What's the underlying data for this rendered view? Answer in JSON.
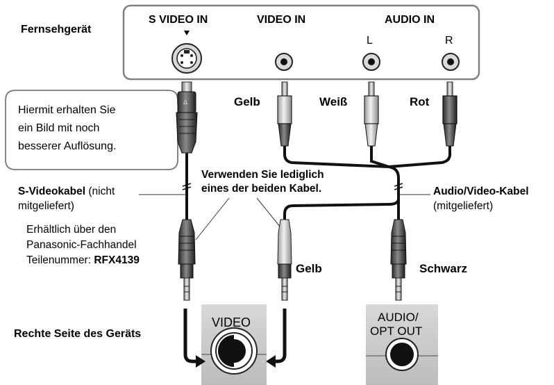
{
  "tv": {
    "label": "Fernsehgerät",
    "jack_s_video": "S VIDEO IN",
    "jack_video": "VIDEO IN",
    "jack_audio": "AUDIO IN",
    "audio_left": "L",
    "audio_right": "R"
  },
  "callout": {
    "line1": "Hiermit erhalten Sie",
    "line2": "ein Bild mit noch",
    "line3": "besserer Auflösung."
  },
  "plugs": {
    "yellow_top": "Gelb",
    "white_top": "Weiß",
    "red_top": "Rot",
    "yellow_bottom": "Gelb",
    "black_bottom": "Schwarz"
  },
  "note": {
    "line1": "Verwenden Sie lediglich",
    "line2": "eines der beiden Kabel."
  },
  "svideo_cable": {
    "name": "S-Videokabel",
    "name_suffix": " (nicht",
    "line2": "mitgeliefert)",
    "dealer_line1": "Erhältlich über den",
    "dealer_line2": "Panasonic-Fachhandel",
    "part_prefix": "Teilenummer: ",
    "part_number": "RFX4139"
  },
  "av_cable": {
    "name": "Audio/Video-Kabel",
    "line2": "(mitgeliefert)"
  },
  "device": {
    "label": "Rechte Seite des Geräts",
    "video_port": "VIDEO",
    "audio_port_line1": "AUDIO/",
    "audio_port_line2": "OPT OUT"
  }
}
